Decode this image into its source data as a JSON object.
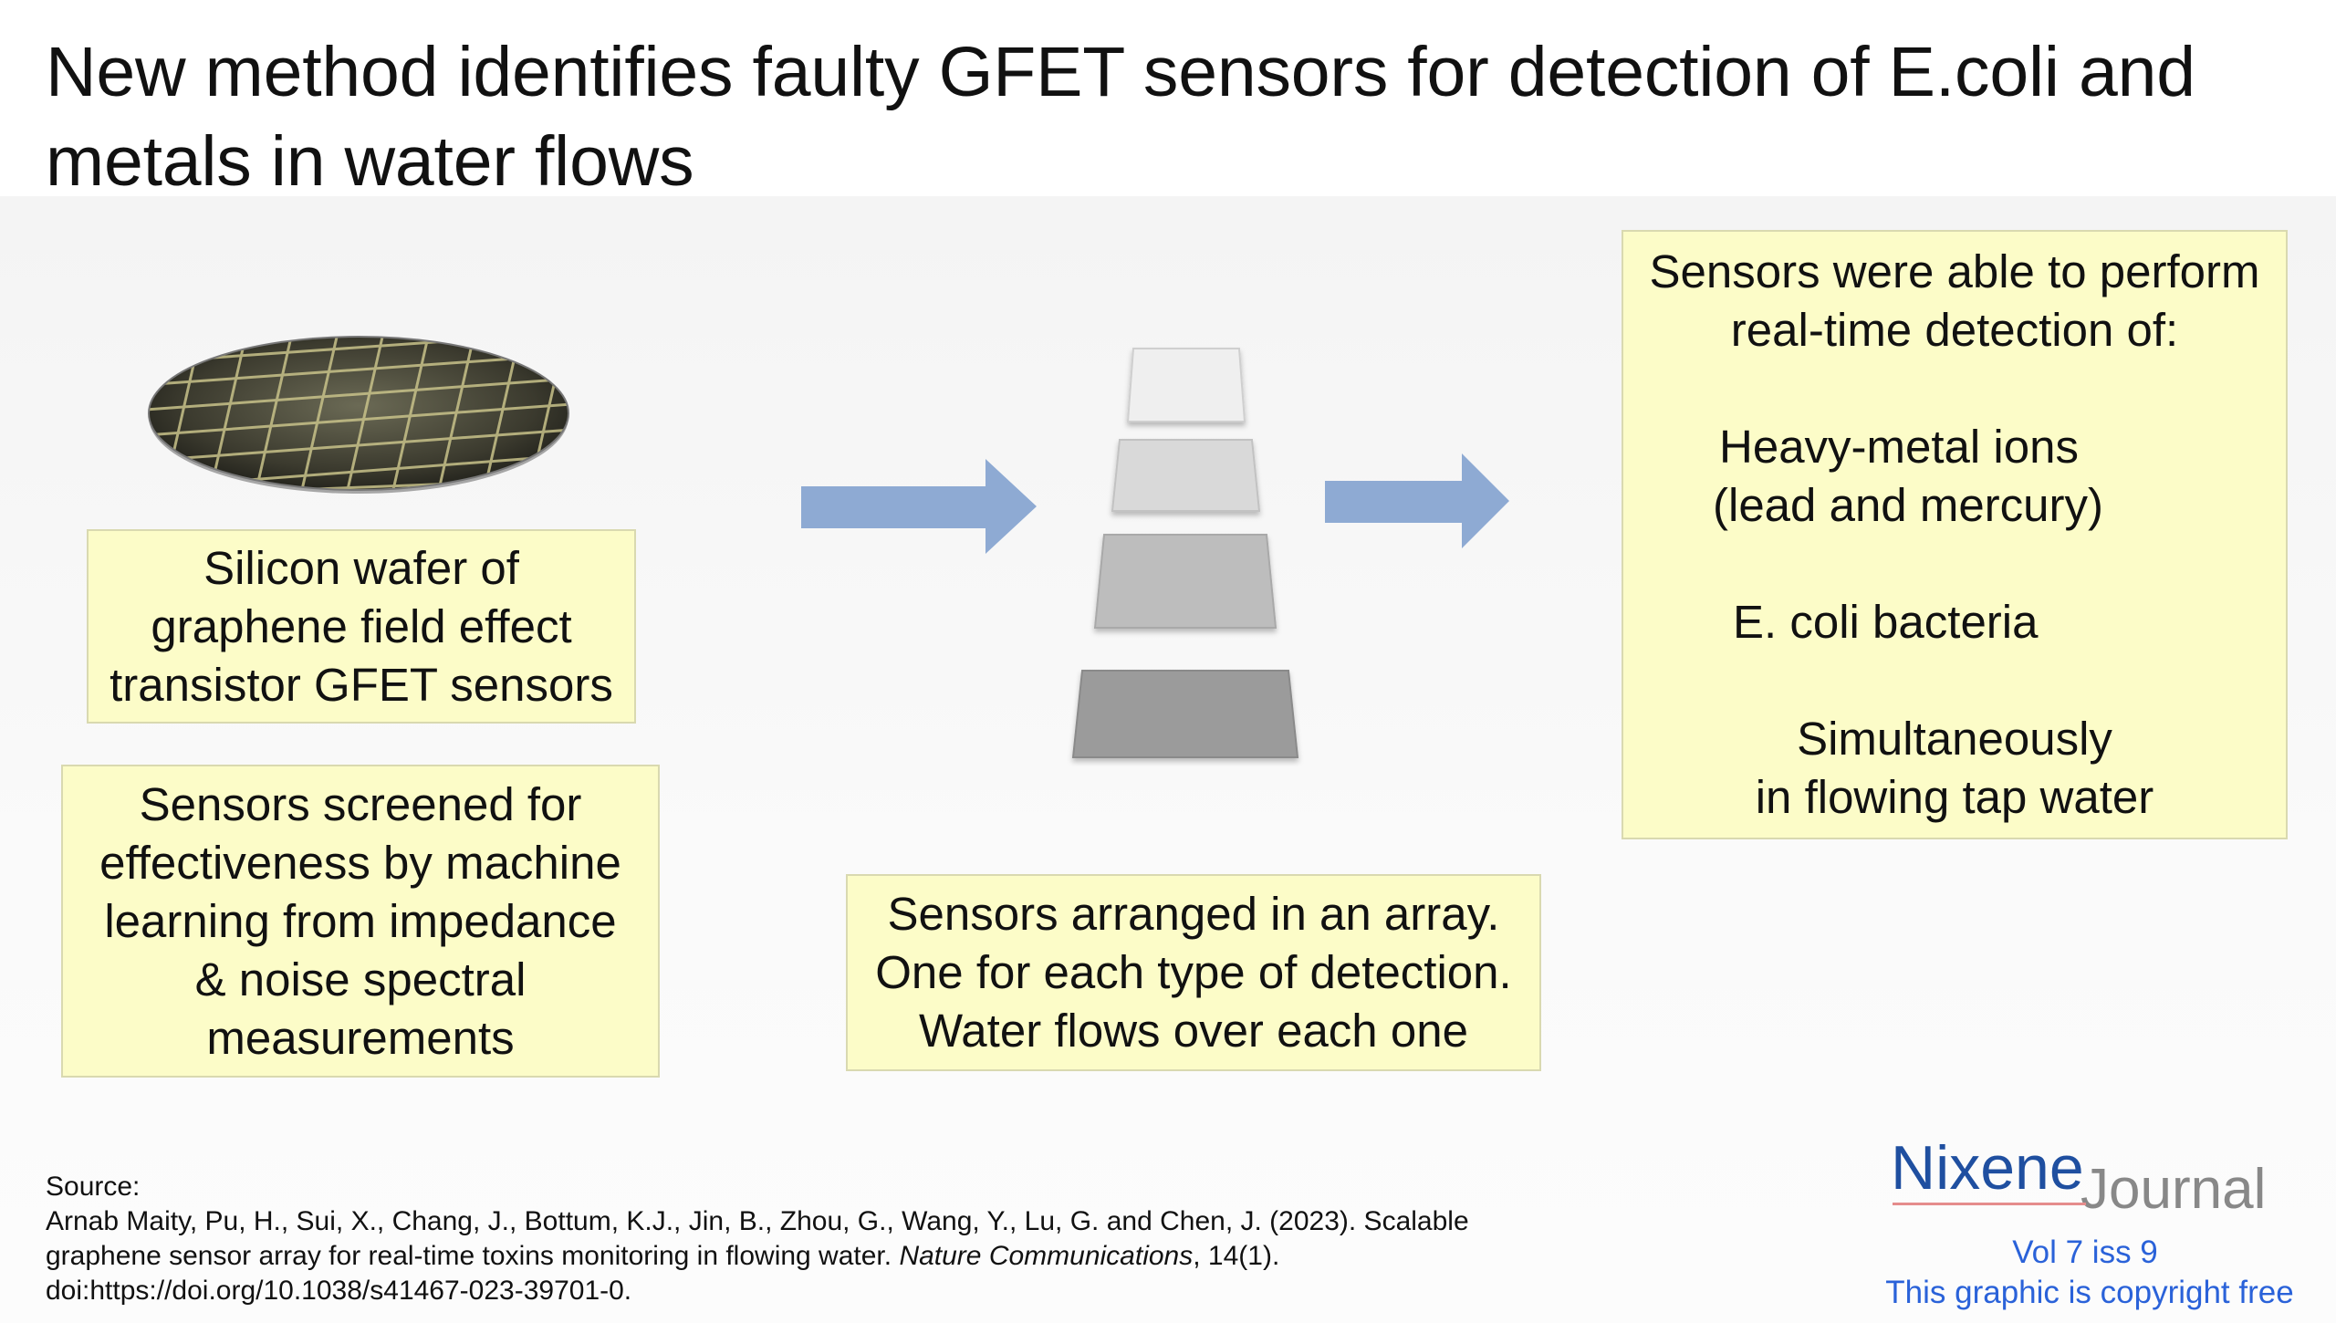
{
  "title": "New method identifies faulty GFET sensors for detection of E.coli and metals in water flows",
  "boxes": {
    "wafer": "Silicon wafer of\ngraphene field effect\ntransistor GFET sensors",
    "ml": "Sensors screened for\neffectiveness by machine\nlearning from impedance\n& noise spectral\nmeasurements",
    "array": "Sensors arranged in an array.\nOne for each type of detection.\nWater flows over each one",
    "detect": {
      "intro_1": "Sensors were able to perform",
      "intro_2": "real-time detection of:",
      "metals_1": "Heavy-metal ions",
      "metals_2": "(lead and mercury)",
      "ecoli": "E. coli bacteria",
      "simul_1": "Simultaneously",
      "simul_2": "in flowing tap water"
    }
  },
  "source": {
    "label": "Source:",
    "line1": "Arnab Maity, Pu, H., Sui, X., Chang, J., Bottum, K.J., Jin, B., Zhou, G., Wang, Y., Lu, G. and Chen, J. (2023). Scalable",
    "line2_pre": "graphene sensor array for real-time toxins monitoring in flowing water. ",
    "line2_journal": "Nature Communications",
    "line2_post": ", 14(1).",
    "line3": "doi:https://doi.org/10.1038/s41467-023-39701-0."
  },
  "brand": {
    "name_primary": "Nixene",
    "name_secondary": "Journal",
    "volume": "Vol 7 iss 9",
    "copyright": "This graphic is copyright free"
  },
  "colors": {
    "box_fill": "#fcfcc8",
    "arrow": "#8eaad3",
    "brand_blue": "#1f4fa0",
    "link_blue": "#2a62d9"
  }
}
